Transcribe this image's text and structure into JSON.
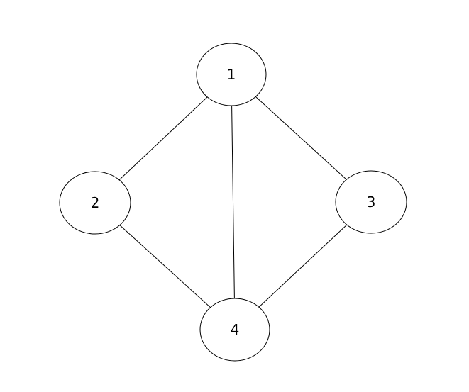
{
  "graph": {
    "nodes": [
      {
        "id": "1",
        "label": "1"
      },
      {
        "id": "2",
        "label": "2"
      },
      {
        "id": "3",
        "label": "3"
      },
      {
        "id": "4",
        "label": "4"
      }
    ],
    "edges": [
      {
        "from": "1",
        "to": "2"
      },
      {
        "from": "1",
        "to": "3"
      },
      {
        "from": "1",
        "to": "4"
      },
      {
        "from": "2",
        "to": "4"
      },
      {
        "from": "3",
        "to": "4"
      }
    ],
    "colors": {
      "stroke": "#000000",
      "fill": "#ffffff",
      "text": "#000000"
    }
  }
}
